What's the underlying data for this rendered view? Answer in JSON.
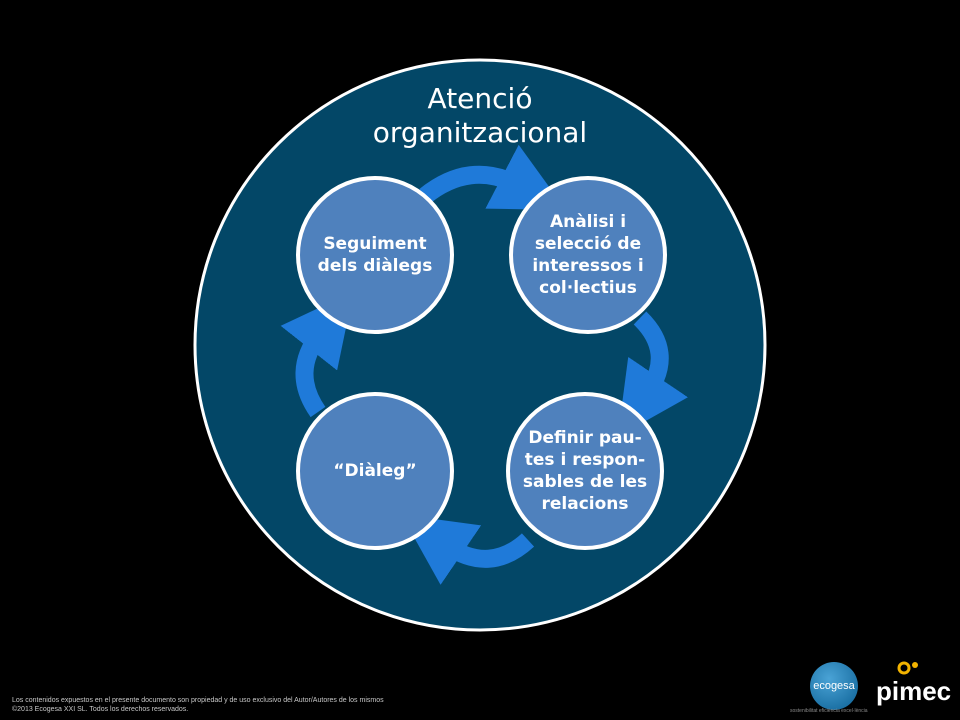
{
  "diagram": {
    "outer_label": "Atenció\norganitzacional",
    "nodes": [
      {
        "id": "seguiment",
        "label": "Seguiment\ndels diàlegs"
      },
      {
        "id": "analisi",
        "label": "Anàlisi i\nselecció de\ninteressos i\ncol·lectius"
      },
      {
        "id": "definir",
        "label": "Definir pau-\ntes  i respon-\nsables de les\nrelacions"
      },
      {
        "id": "dialeg",
        "label": "“Diàleg”"
      }
    ],
    "colors": {
      "outer_circle": "#034767",
      "node_fill": "#4f81bd",
      "arrow": "#1f7ad9",
      "outline": "#ffffff"
    }
  },
  "footer": {
    "line1": "Los contenidos  expuestos  en el presente documento  son propiedad  y de uso exclusivo del Autor/Autores  de los mismos",
    "line2": "©2013  Ecogesa XXI SL.  Todos los derechos  reservados."
  },
  "logos": {
    "ecogesa": "ecogesa",
    "pimec": "pimec",
    "tagline": "sostenibilitat eficiència excel·lència"
  }
}
